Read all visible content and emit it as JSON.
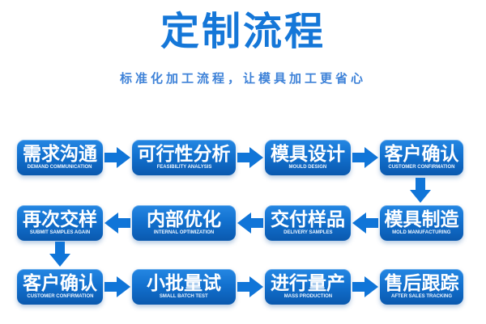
{
  "page": {
    "title": "定制流程",
    "subtitle": "标准化加工流程，让模具加工更省心"
  },
  "colors": {
    "title_blue": "#1577d8",
    "subtitle_blue": "#3e82d8",
    "box_gradient_top": "#2587e3",
    "box_gradient_bottom": "#0a59ae",
    "arrow_blue": "#1075d8",
    "box_text": "#ffffff",
    "background": "#ffffff"
  },
  "flow": {
    "rows": [
      {
        "direction": "right",
        "steps": [
          {
            "title": "需求沟通",
            "caption": "DEMAND COMMUNICATION"
          },
          {
            "title": "可行性分析",
            "caption": "FEASIBILITY ANALYSIS"
          },
          {
            "title": "模具设计",
            "caption": "MOULD DESIGN"
          },
          {
            "title": "客户确认",
            "caption": "CUSTOMER CONFIRMATION"
          }
        ]
      },
      {
        "direction": "left",
        "steps": [
          {
            "title": "再次交样",
            "caption": "SUBMIT SAMPLES AGAIN"
          },
          {
            "title": "内部优化",
            "caption": "INTERNAL OPTIMIZATION"
          },
          {
            "title": "交付样品",
            "caption": "DELIVERY SAMPLES"
          },
          {
            "title": "模具制造",
            "caption": "MOLD MANUFACTURING"
          }
        ]
      },
      {
        "direction": "right",
        "steps": [
          {
            "title": "客户确认",
            "caption": "CUSTOMER CONFIRMATION"
          },
          {
            "title": "小批量试",
            "caption": "SMALL BATCH TEST"
          },
          {
            "title": "进行量产",
            "caption": "MASS PRODUCTION"
          },
          {
            "title": "售后跟踪",
            "caption": "AFTER SALES TRACKING"
          }
        ]
      }
    ]
  }
}
